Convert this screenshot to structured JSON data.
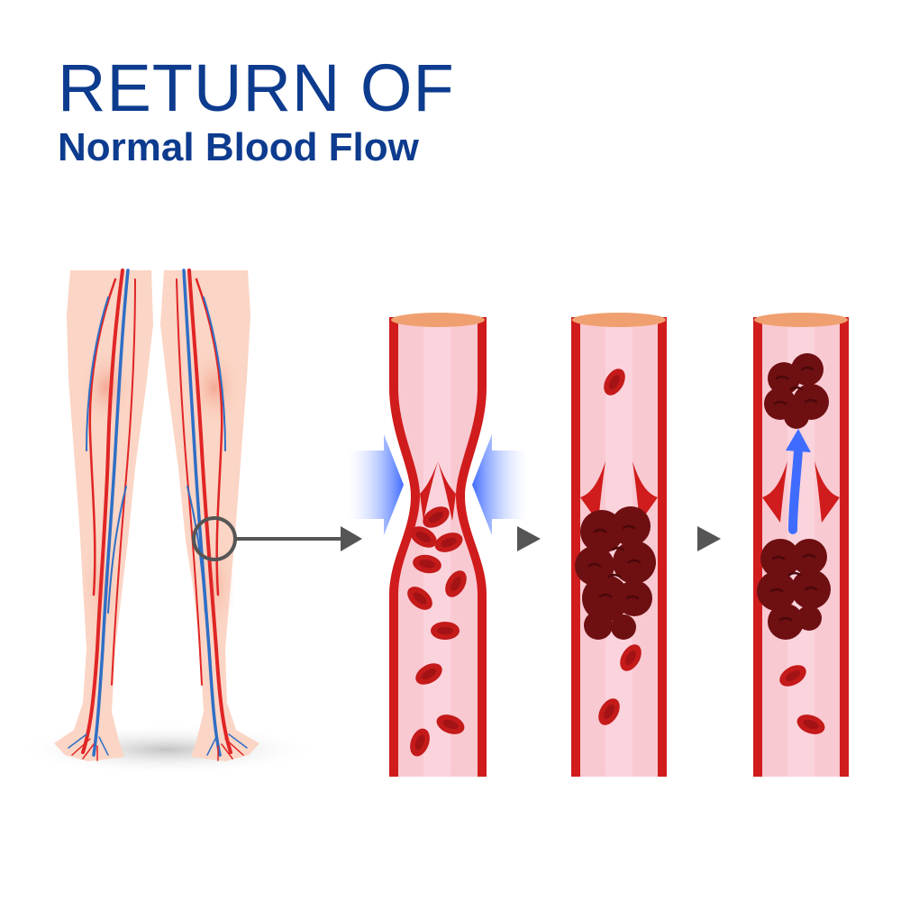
{
  "title": {
    "line1": "RETURN OF",
    "line2": "Normal Blood Flow"
  },
  "colors": {
    "title": "#0d3b8e",
    "skin": "#fbd5c5",
    "artery": "#e02525",
    "vein": "#2f6fc6",
    "vessel_wall": "#d01c1c",
    "vessel_lumen": "#f9c9d2",
    "blood_cell": "#c41a1a",
    "clot": "#6e0f12",
    "pressure_arrow": "#4a7dff",
    "step_arrow": "#555555"
  },
  "panels": [
    {
      "id": "legs",
      "description_icon": "legs-with-veins-icon"
    },
    {
      "id": "compression",
      "icon": "compressed-vessel-icon"
    },
    {
      "id": "clot",
      "icon": "clotted-vessel-icon"
    },
    {
      "id": "release",
      "icon": "clot-release-vessel-icon"
    }
  ]
}
